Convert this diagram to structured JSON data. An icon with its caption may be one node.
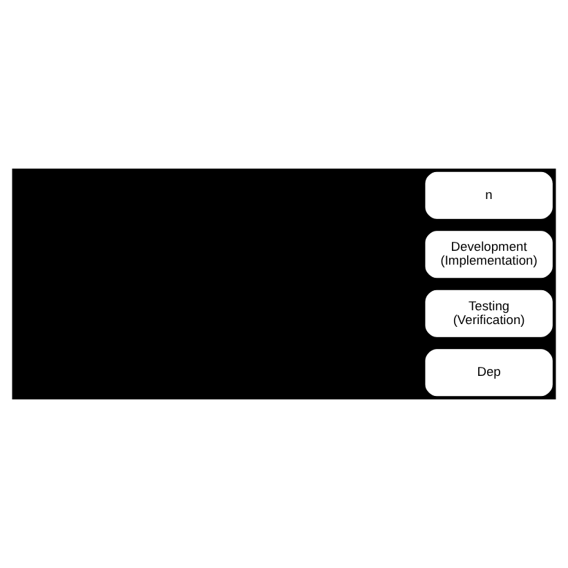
{
  "diagram": {
    "nodes": [
      {
        "text": [
          "n"
        ]
      },
      {
        "text": [
          "Development (Implementation)"
        ]
      },
      {
        "text": [
          "Testing (Verification)"
        ]
      },
      {
        "text": [
          "Dep"
        ]
      }
    ]
  }
}
